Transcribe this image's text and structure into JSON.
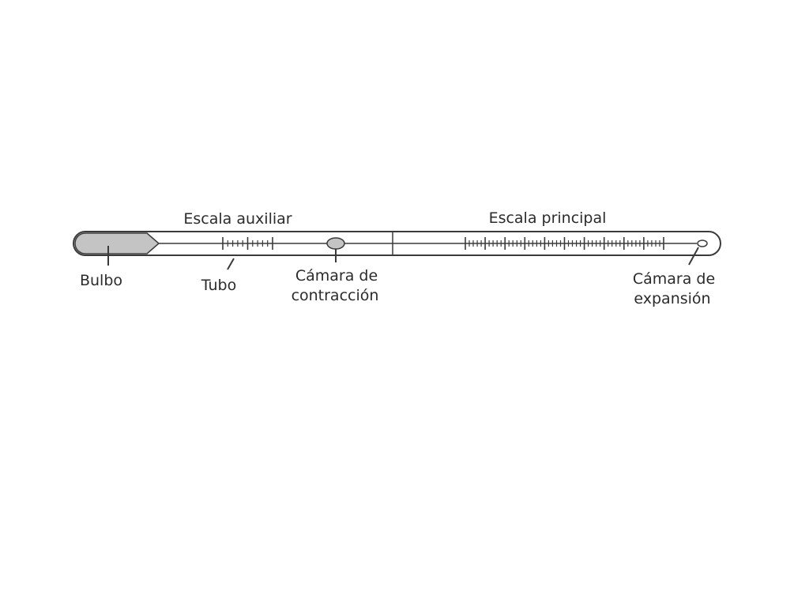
{
  "labels": {
    "auxiliary_scale": "Escala auxiliar",
    "main_scale": "Escala principal",
    "bulb": "Bulbo",
    "tube": "Tubo",
    "contraction_chamber_line1": "Cámara de",
    "contraction_chamber_line2": "contracción",
    "expansion_chamber_line1": "Cámara de",
    "expansion_chamber_line2": "expansión"
  },
  "colors": {
    "outline": "#3a3a3a",
    "bulb_fill": "#c4c4c4",
    "text": "#2b2b2b",
    "background": "#ffffff"
  }
}
